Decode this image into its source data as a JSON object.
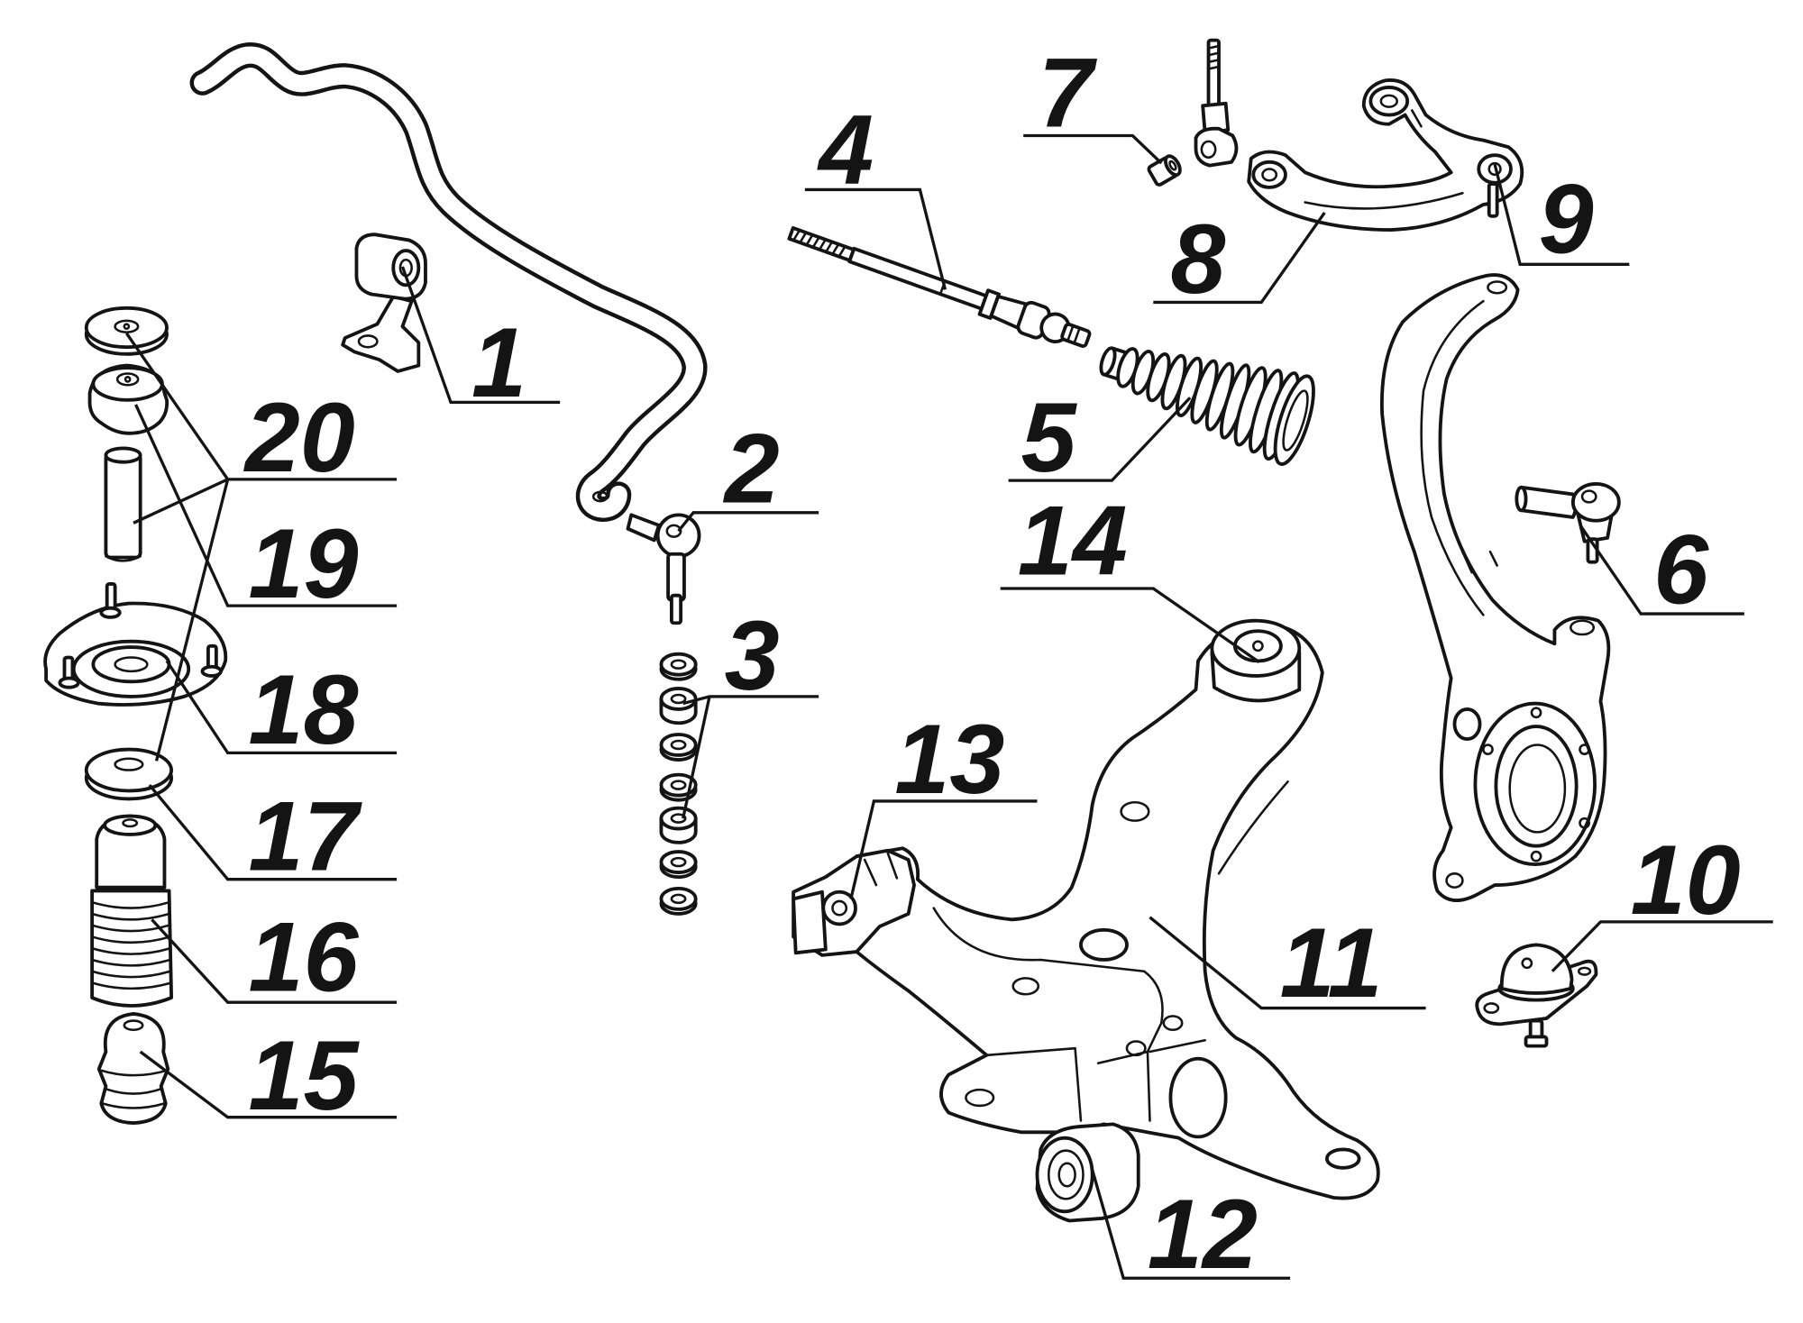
{
  "colors": {
    "ink": "#141414",
    "background": "#ffffff"
  },
  "callouts": [
    {
      "label": "1"
    },
    {
      "label": "2"
    },
    {
      "label": "3"
    },
    {
      "label": "4"
    },
    {
      "label": "5"
    },
    {
      "label": "6"
    },
    {
      "label": "7"
    },
    {
      "label": "8"
    },
    {
      "label": "9"
    },
    {
      "label": "10"
    },
    {
      "label": "11"
    },
    {
      "label": "12"
    },
    {
      "label": "13"
    },
    {
      "label": "14"
    },
    {
      "label": "15"
    },
    {
      "label": "16"
    },
    {
      "label": "17"
    },
    {
      "label": "18"
    },
    {
      "label": "19"
    },
    {
      "label": "20"
    }
  ]
}
